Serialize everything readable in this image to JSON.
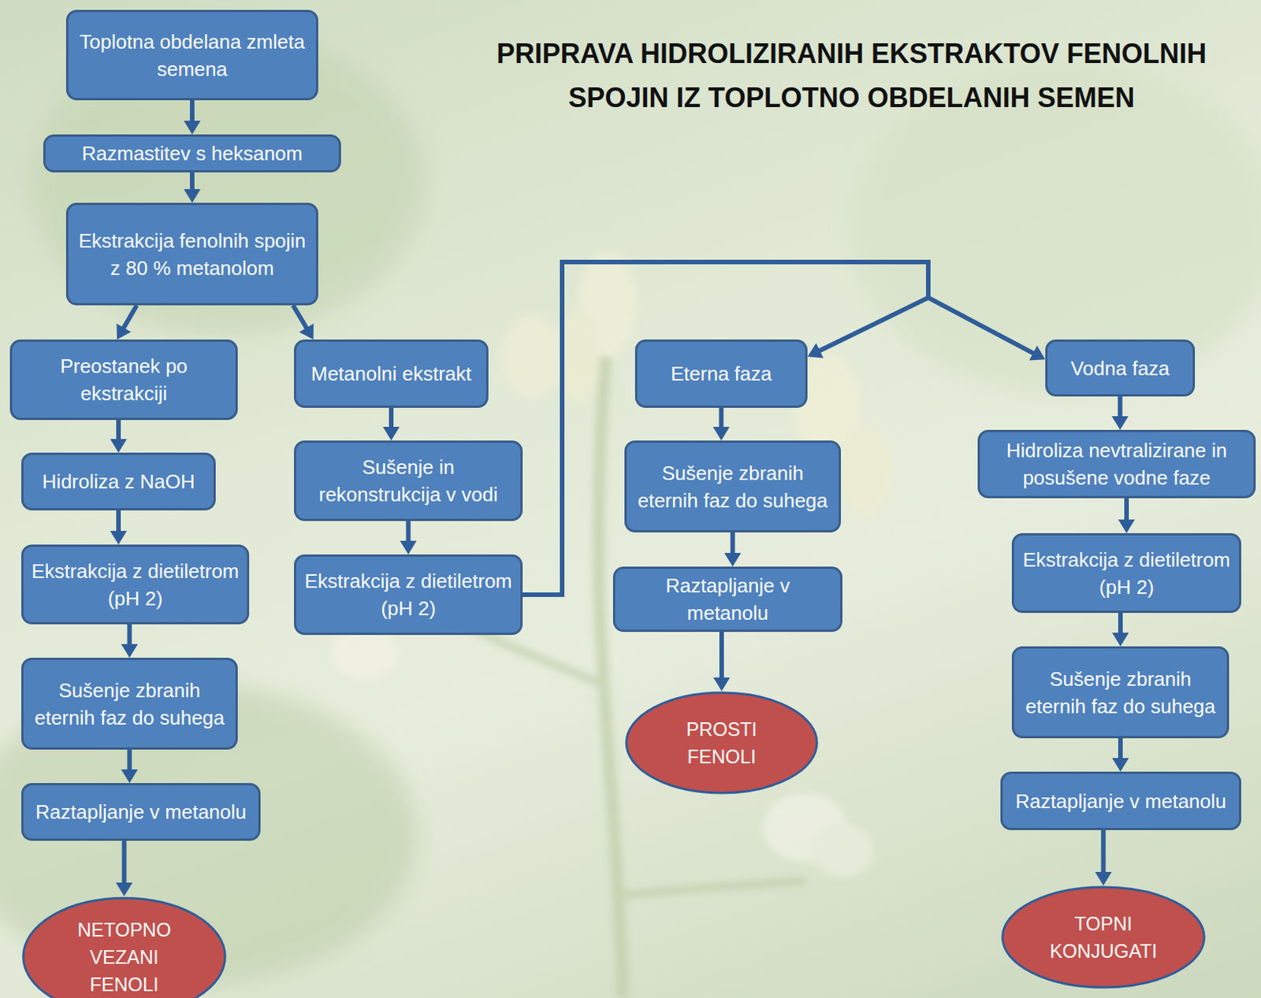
{
  "diagram": {
    "title": "PRIPRAVA HIDROLIZIRANIH EKSTRAKTOV FENOLNIH SPOJIN IZ TOPLOTNO OBDELANIH SEMEN",
    "nodes": [
      {
        "text": [
          "Toplotna obdelana zmleta semena"
        ]
      },
      {
        "text": [
          "Razmastitev s heksanom"
        ]
      },
      {
        "text": [
          "Ekstrakcija fenolnih spojin z 80 % metanolom"
        ]
      },
      {
        "text": [
          "Preostanek po ekstrakciji"
        ]
      },
      {
        "text": [
          "Hidroliza z NaOH"
        ]
      },
      {
        "text": [
          "Ekstrakcija z dietiletrom (pH 2)"
        ]
      },
      {
        "text": [
          "Sušenje zbranih eternih faz do suhega"
        ]
      },
      {
        "text": [
          "Raztapljanje v metanolu"
        ]
      },
      {
        "text": [
          "NETOPNO VEZANI FENOLI"
        ]
      },
      {
        "text": [
          "Metanolni ekstrakt"
        ]
      },
      {
        "text": [
          "Sušenje in rekonstrukcija v vodi"
        ]
      },
      {
        "text": [
          "Ekstrakcija z dietiletrom (pH 2)"
        ]
      },
      {
        "text": [
          "Eterna faza"
        ]
      },
      {
        "text": [
          "Sušenje zbranih eternih faz do suhega"
        ]
      },
      {
        "text": [
          "Raztapljanje v metanolu"
        ]
      },
      {
        "text": [
          "PROSTI FENOLI"
        ]
      },
      {
        "text": [
          "Vodna faza"
        ]
      },
      {
        "text": [
          "Hidroliza nevtralizirane in posušene vodne faze"
        ]
      },
      {
        "text": [
          "Ekstrakcija z dietiletrom (pH 2)"
        ]
      },
      {
        "text": [
          "Sušenje zbranih eternih faz do suhega"
        ]
      },
      {
        "text": [
          "Raztapljanje v metanolu"
        ]
      },
      {
        "text": [
          "TOPNI KONJUGATI"
        ]
      }
    ],
    "edges": [
      {
        "from": 0,
        "to": 1,
        "arrow": "to"
      },
      {
        "from": 1,
        "to": 2,
        "arrow": "to"
      },
      {
        "from": 2,
        "to": 3,
        "arrow": "to"
      },
      {
        "from": 2,
        "to": 9,
        "arrow": "to"
      },
      {
        "from": 3,
        "to": 4,
        "arrow": "to"
      },
      {
        "from": 4,
        "to": 5,
        "arrow": "to"
      },
      {
        "from": 5,
        "to": 6,
        "arrow": "to"
      },
      {
        "from": 6,
        "to": 7,
        "arrow": "to"
      },
      {
        "from": 7,
        "to": 8,
        "arrow": "to"
      },
      {
        "from": 9,
        "to": 10,
        "arrow": "to"
      },
      {
        "from": 10,
        "to": 11,
        "arrow": "to"
      },
      {
        "from": 11,
        "to": 12,
        "arrow": "to"
      },
      {
        "from": 11,
        "to": 16,
        "arrow": "to"
      },
      {
        "from": 12,
        "to": 13,
        "arrow": "to"
      },
      {
        "from": 13,
        "to": 14,
        "arrow": "to"
      },
      {
        "from": 14,
        "to": 15,
        "arrow": "to"
      },
      {
        "from": 16,
        "to": 17,
        "arrow": "to"
      },
      {
        "from": 17,
        "to": 18,
        "arrow": "to"
      },
      {
        "from": 18,
        "to": 19,
        "arrow": "to"
      },
      {
        "from": 19,
        "to": 20,
        "arrow": "to"
      },
      {
        "from": 20,
        "to": 21,
        "arrow": "to"
      }
    ]
  }
}
